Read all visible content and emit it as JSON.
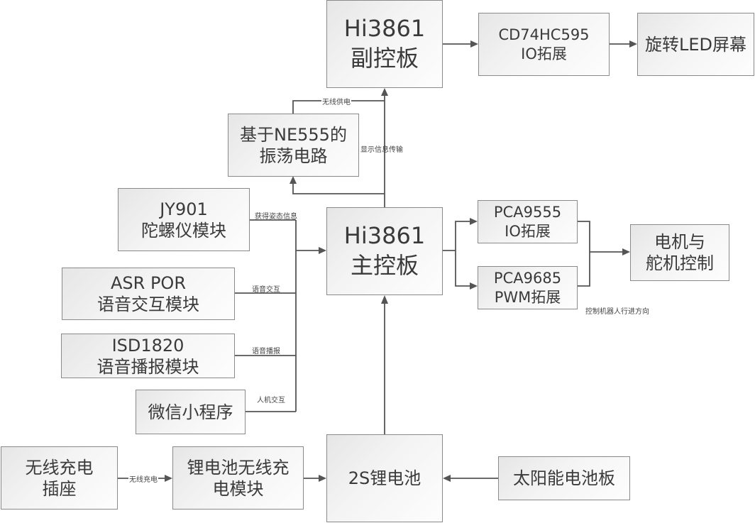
{
  "diagram": {
    "nodes": {
      "sub_board": {
        "lines": [
          "Hi3861",
          "副控板"
        ]
      },
      "cd74hc595": {
        "lines": [
          "CD74HC595",
          "IO拓展"
        ]
      },
      "led_screen": {
        "lines": [
          "旋转LED屏幕"
        ]
      },
      "ne555": {
        "lines": [
          "基于NE555的",
          "振荡电路"
        ]
      },
      "jy901": {
        "lines": [
          "JY901",
          "陀螺仪模块"
        ]
      },
      "main_board": {
        "lines": [
          "Hi3861",
          "主控板"
        ]
      },
      "pca9555": {
        "lines": [
          "PCA9555",
          "IO拓展"
        ]
      },
      "pca9685": {
        "lines": [
          "PCA9685",
          "PWM拓展"
        ]
      },
      "motor_ctrl": {
        "lines": [
          "电机与",
          "舵机控制"
        ]
      },
      "asr_pro": {
        "lines": [
          "ASR POR",
          "语音交互模块"
        ]
      },
      "isd1820": {
        "lines": [
          "ISD1820",
          "语音播报模块"
        ]
      },
      "wechat": {
        "lines": [
          "微信小程序"
        ]
      },
      "wireless_socket": {
        "lines": [
          "无线充电",
          "插座"
        ]
      },
      "charge_module": {
        "lines": [
          "锂电池无线充",
          "电模块"
        ]
      },
      "battery": {
        "lines": [
          "2S锂电池"
        ]
      },
      "solar": {
        "lines": [
          "太阳能电池板"
        ]
      }
    },
    "edge_labels": {
      "wireless_power": "无线供电",
      "display_info": "显示信息传输",
      "attitude_info": "获得姿态信息",
      "voice_interaction": "语音交互",
      "voice_broadcast": "语音播报",
      "human_machine": "人机交互",
      "wireless_charging": "无线充电",
      "direction_control": "控制机器人行进方向"
    }
  }
}
